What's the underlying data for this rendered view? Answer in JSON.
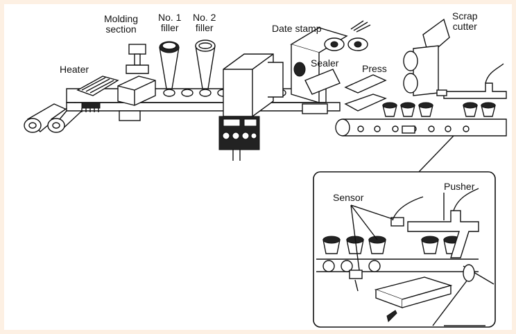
{
  "labels": {
    "heater": "Heater",
    "molding_line1": "Molding",
    "molding_line2": "section",
    "filler1_line1": "No. 1",
    "filler1_line2": "filler",
    "filler2_line1": "No. 2",
    "filler2_line2": "filler",
    "date_stamp": "Date stamp",
    "sealer": "Sealer",
    "press": "Press",
    "scrap_line1": "Scrap",
    "scrap_line2": "cutter",
    "sensor": "Sensor",
    "pusher": "Pusher"
  },
  "colors": {
    "background": "#fdf0e3",
    "line": "#111111",
    "fill": "#ffffff"
  }
}
